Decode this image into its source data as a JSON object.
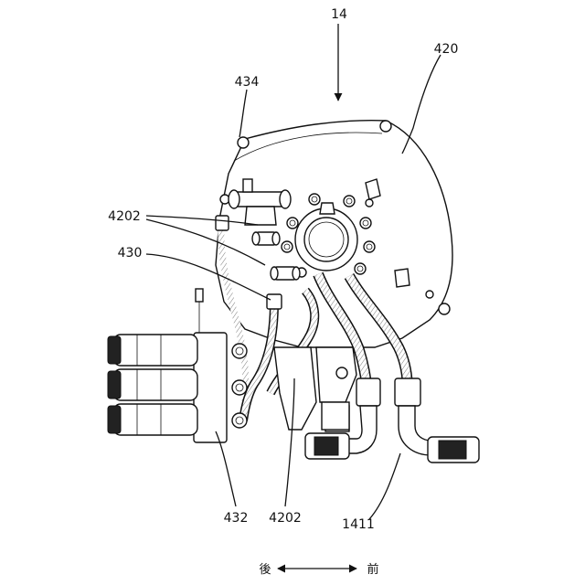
{
  "labels": {
    "assembly": "14",
    "cover": "420",
    "bracket": "434",
    "clip_upper": "4202",
    "hose_guide": "430",
    "actuator": "432",
    "clip_lower": "4202",
    "fitting": "1411"
  },
  "direction": {
    "rear": "後",
    "front": "前"
  }
}
